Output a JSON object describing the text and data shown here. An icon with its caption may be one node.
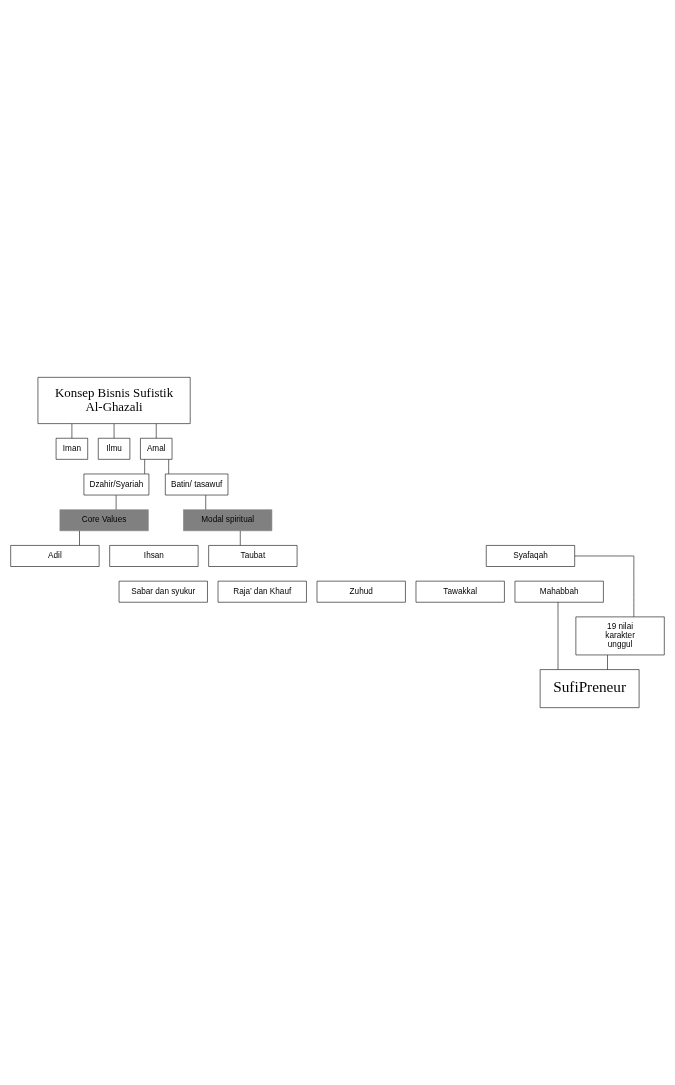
{
  "diagram": {
    "nodes": [
      {
        "text": [
          "Konsep Bisnis Sufistik Al-Ghazali"
        ]
      },
      {
        "text": [
          "Iman"
        ]
      },
      {
        "text": [
          "Ilmu"
        ]
      },
      {
        "text": [
          "Amal"
        ]
      },
      {
        "text": [
          "Dzahir/Syariah"
        ]
      },
      {
        "text": [
          "Batin/ tasawuf"
        ]
      },
      {
        "text": [
          "Core Values"
        ]
      },
      {
        "text": [
          "Modal spiritual"
        ]
      },
      {
        "text": [
          "Adil"
        ]
      },
      {
        "text": [
          "Ihsan"
        ]
      },
      {
        "text": [
          "Syafaqah"
        ]
      },
      {
        "text": [
          "Taubat"
        ]
      },
      {
        "text": [
          "Sabar dan syukur"
        ]
      },
      {
        "text": [
          "Raja’ dan Khauf"
        ]
      },
      {
        "text": [
          "Zuhud"
        ]
      },
      {
        "text": [
          "Tawakkal"
        ]
      },
      {
        "text": [
          "Mahabbah"
        ]
      },
      {
        "text": [
          "19 nilai karakter unggul"
        ]
      },
      {
        "text": [
          "SufiPreneur"
        ]
      }
    ],
    "edges": [
      {
        "from": 0,
        "to": 1,
        "arrow": "none"
      },
      {
        "from": 0,
        "to": 2,
        "arrow": "none"
      },
      {
        "from": 0,
        "to": 3,
        "arrow": "none"
      },
      {
        "from": 3,
        "to": 4,
        "arrow": "none"
      },
      {
        "from": 3,
        "to": 5,
        "arrow": "none"
      },
      {
        "from": 4,
        "to": 6,
        "arrow": "none"
      },
      {
        "from": 5,
        "to": 7,
        "arrow": "none"
      },
      {
        "from": 6,
        "to": 8,
        "arrow": "none"
      },
      {
        "from": 7,
        "to": 11,
        "arrow": "none"
      },
      {
        "from": 10,
        "to": 17,
        "arrow": "none"
      },
      {
        "from": 17,
        "to": 18,
        "arrow": "none"
      },
      {
        "from": 16,
        "to": 18,
        "arrow": "none"
      }
    ]
  }
}
